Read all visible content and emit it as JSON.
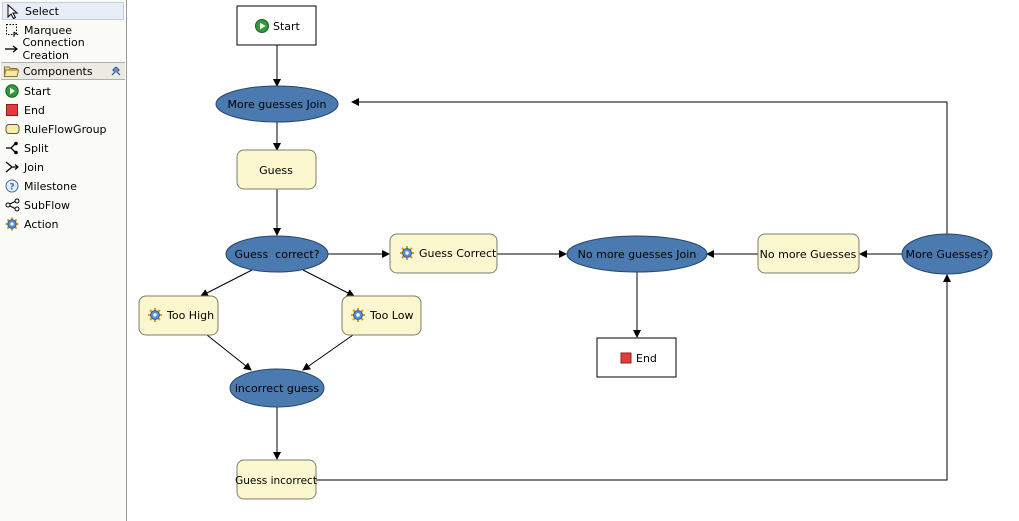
{
  "palette": {
    "tools": [
      {
        "label": "Select",
        "icon": "cursor-arrow-icon"
      },
      {
        "label": "Marquee",
        "icon": "marquee-icon"
      },
      {
        "label": "Connection Creation",
        "icon": "connection-arrow-icon"
      }
    ],
    "drawer_title": "Components",
    "components": [
      {
        "label": "Start",
        "icon": "start-icon"
      },
      {
        "label": "End",
        "icon": "end-icon"
      },
      {
        "label": "RuleFlowGroup",
        "icon": "ruleflowgroup-icon"
      },
      {
        "label": "Split",
        "icon": "split-icon"
      },
      {
        "label": "Join",
        "icon": "join-icon"
      },
      {
        "label": "Milestone",
        "icon": "milestone-icon"
      },
      {
        "label": "SubFlow",
        "icon": "subflow-icon"
      },
      {
        "label": "Action",
        "icon": "action-gear-icon"
      }
    ]
  },
  "diagram": {
    "colors": {
      "join_fill": "#4a7ab0",
      "join_stroke": "#27466b",
      "group_fill": "#fbf8cf",
      "group_stroke": "#7d7d6a",
      "box_fill": "#ffffff",
      "edge": "#000000"
    },
    "nodes": {
      "start": "Start",
      "more_guesses_join": "More guesses Join",
      "guess": "Guess",
      "guess_correct_split": "Guess  correct?",
      "guess_correct_action": "Guess Correct",
      "no_more_guesses_join": "No more guesses Join",
      "no_more_guesses": "No more Guesses",
      "more_guesses_split": "More Guesses?",
      "too_high": "Too High",
      "too_low": "Too Low",
      "end": "End",
      "incorrect_guess_join": "incorrect guess",
      "guess_incorrect": "Guess incorrect"
    }
  }
}
